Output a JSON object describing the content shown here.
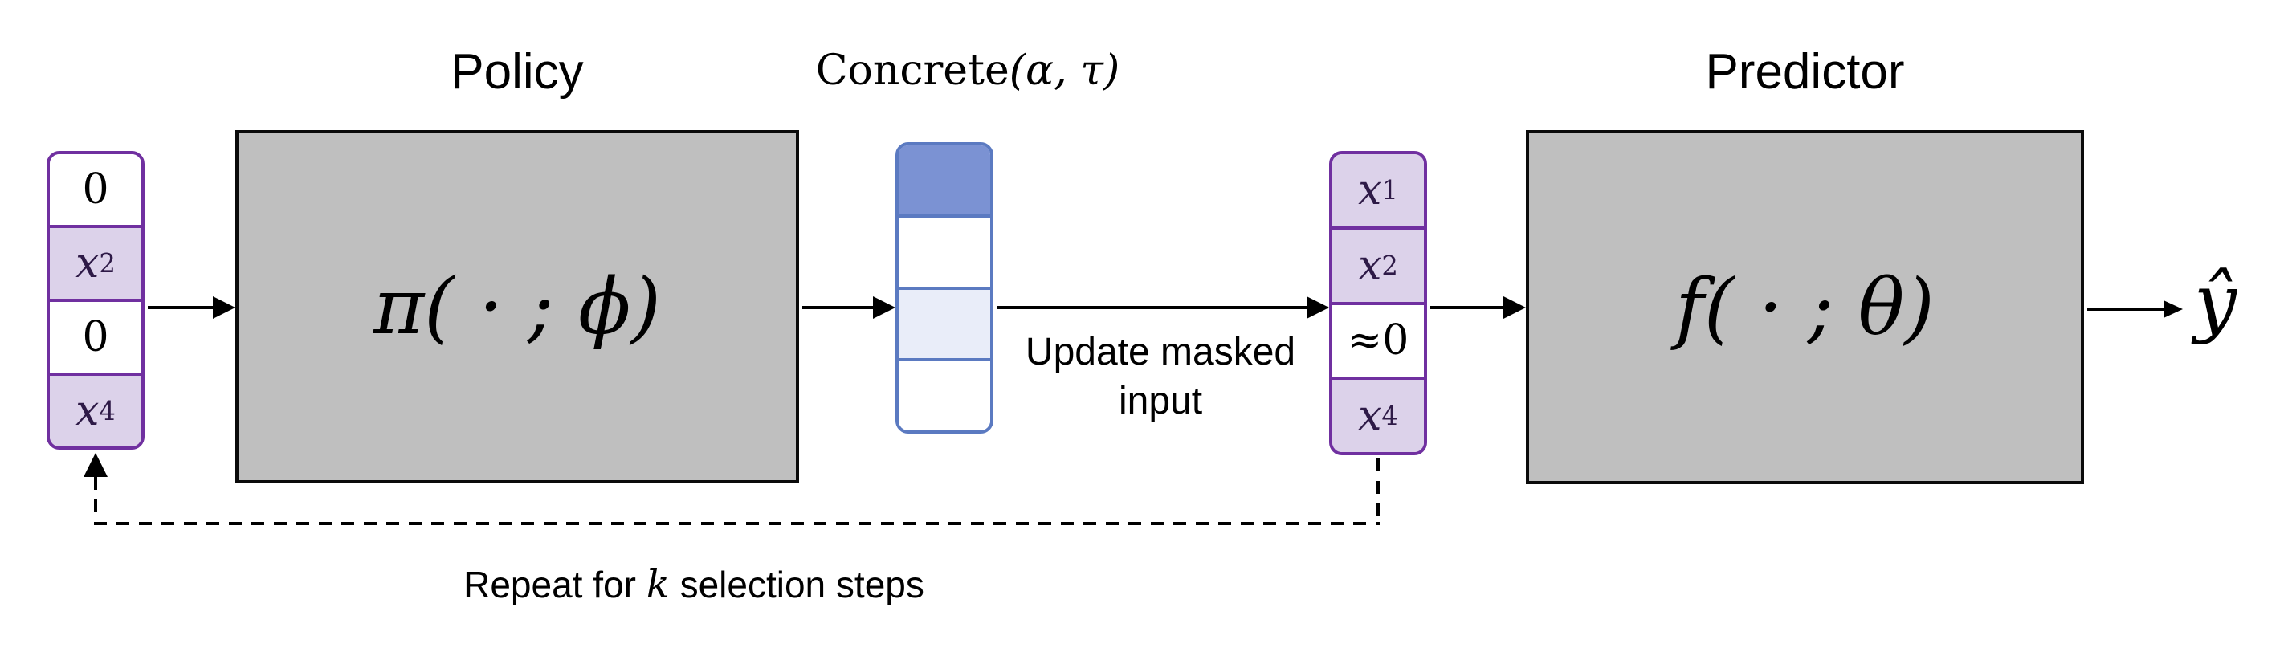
{
  "colors": {
    "purple_border": "#7030a0",
    "purple_fill": "#dcd2ea",
    "purple_text": "#2e1a47",
    "blue_border": "#5b7ac1",
    "blue_fill_dark": "#7b92d3",
    "blue_fill_light": "#e9edf9",
    "white": "#ffffff",
    "box_fill": "#bfbfbf"
  },
  "input_vector": {
    "cells": [
      {
        "num": "0",
        "bg": "#ffffff"
      },
      {
        "var": "x",
        "sub": "2",
        "bg": "#dcd2ea",
        "fg": "#2e1a47"
      },
      {
        "num": "0",
        "bg": "#ffffff"
      },
      {
        "var": "x",
        "sub": "4",
        "bg": "#dcd2ea",
        "fg": "#2e1a47"
      }
    ]
  },
  "policy": {
    "title": "Policy",
    "formula": "π( · ; ϕ)"
  },
  "concrete": {
    "label_name": "Concrete",
    "label_args": "(α, τ)",
    "cells": [
      {
        "bg": "#7b92d3"
      },
      {
        "bg": "#ffffff"
      },
      {
        "bg": "#e9edf9"
      },
      {
        "bg": "#ffffff"
      }
    ]
  },
  "update_label": "Update masked input",
  "masked_vector": {
    "cells": [
      {
        "var": "x",
        "sub": "1",
        "bg": "#dcd2ea",
        "fg": "#2e1a47"
      },
      {
        "var": "x",
        "sub": "2",
        "bg": "#dcd2ea",
        "fg": "#2e1a47"
      },
      {
        "num": "≈0",
        "bg": "#ffffff"
      },
      {
        "var": "x",
        "sub": "4",
        "bg": "#dcd2ea",
        "fg": "#2e1a47"
      }
    ]
  },
  "predictor": {
    "title": "Predictor",
    "formula": "f( · ; θ)"
  },
  "output": {
    "label": "ŷ"
  },
  "repeat_note": {
    "prefix": "Repeat for ",
    "k": "k",
    "suffix": " selection steps"
  }
}
